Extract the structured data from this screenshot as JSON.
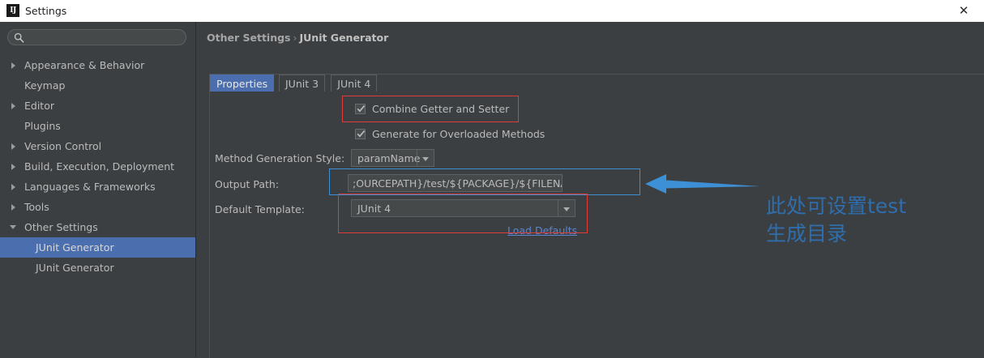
{
  "window": {
    "title": "Settings",
    "logo_text": "IJ",
    "close_label": "✕"
  },
  "sidebar": {
    "search": {
      "placeholder": "",
      "value": "",
      "icon": "search-icon"
    },
    "items": [
      {
        "label": "Appearance & Behavior",
        "level": 0,
        "twisty": "closed",
        "selected": false
      },
      {
        "label": "Keymap",
        "level": 0,
        "twisty": "none",
        "selected": false
      },
      {
        "label": "Editor",
        "level": 0,
        "twisty": "closed",
        "selected": false
      },
      {
        "label": "Plugins",
        "level": 0,
        "twisty": "none",
        "selected": false
      },
      {
        "label": "Version Control",
        "level": 0,
        "twisty": "closed",
        "selected": false
      },
      {
        "label": "Build, Execution, Deployment",
        "level": 0,
        "twisty": "closed",
        "selected": false
      },
      {
        "label": "Languages & Frameworks",
        "level": 0,
        "twisty": "closed",
        "selected": false
      },
      {
        "label": "Tools",
        "level": 0,
        "twisty": "closed",
        "selected": false
      },
      {
        "label": "Other Settings",
        "level": 0,
        "twisty": "open",
        "selected": false
      },
      {
        "label": "JUnit Generator",
        "level": 1,
        "twisty": "none",
        "selected": true
      },
      {
        "label": "JUnit Generator",
        "level": 1,
        "twisty": "none",
        "selected": false
      }
    ]
  },
  "breadcrumb": {
    "root": "Other Settings",
    "separator": "›",
    "leaf": "JUnit Generator"
  },
  "tabs": [
    {
      "label": "Properties",
      "active": true
    },
    {
      "label": "JUnit 3",
      "active": false
    },
    {
      "label": "JUnit 4",
      "active": false
    }
  ],
  "form": {
    "checkboxes": [
      {
        "label": "Combine Getter and Setter",
        "checked": true
      },
      {
        "label": "Generate for Overloaded Methods",
        "checked": true
      }
    ],
    "method_generation_style": {
      "label": "Method Generation Style:",
      "value": "paramName"
    },
    "output_path": {
      "label": "Output Path:",
      "value": "${SOURCEPATH}/test/${PACKAGE}/${FILENAME}",
      "visible_value": ";OURCEPATH}/test/${PACKAGE}/${FILENAME}"
    },
    "default_template": {
      "label": "Default Template:",
      "value": "JUnit 4"
    },
    "load_defaults_link": "Load Defaults"
  },
  "annotations": {
    "note_line1": "此处可设置test",
    "note_line2": "生成目录",
    "arrow": "left-arrow",
    "colors": {
      "highlight_red": "#e03b3b",
      "highlight_blue": "#3d8fd6",
      "note_blue": "#2f6ead",
      "selection_blue": "#4b6eaf"
    }
  }
}
